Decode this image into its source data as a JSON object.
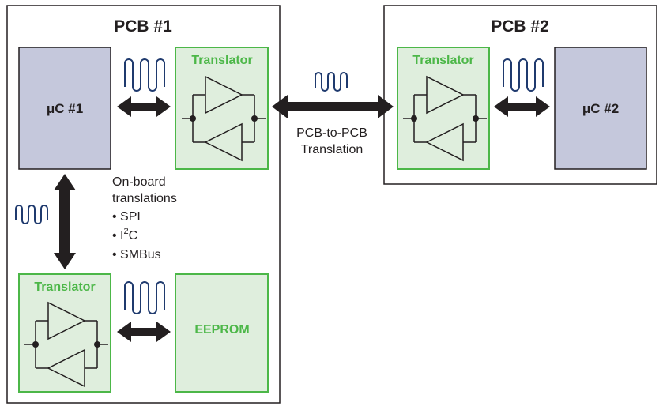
{
  "pcb1": {
    "title": "PCB #1",
    "uc_label": "μC #1",
    "translator_top": "Translator",
    "translator_bottom": "Translator",
    "eeprom": "EEPROM",
    "onboard": {
      "line1": "On-board",
      "line2": "translations",
      "items": [
        "• SPI",
        "• I",
        "2",
        "C",
        "• SMBus"
      ]
    }
  },
  "pcb2": {
    "title": "PCB #2",
    "uc_label": "μC #2",
    "translator": "Translator"
  },
  "link": {
    "line1": "PCB-to-PCB",
    "line2": "Translation"
  },
  "colors": {
    "translator_fill": "#dfeedd",
    "translator_border": "#4cb748",
    "translator_text": "#4cb748",
    "uc_fill": "#c5c8dc",
    "arrow": "#231f20",
    "waveform": "#1f3a6e"
  }
}
